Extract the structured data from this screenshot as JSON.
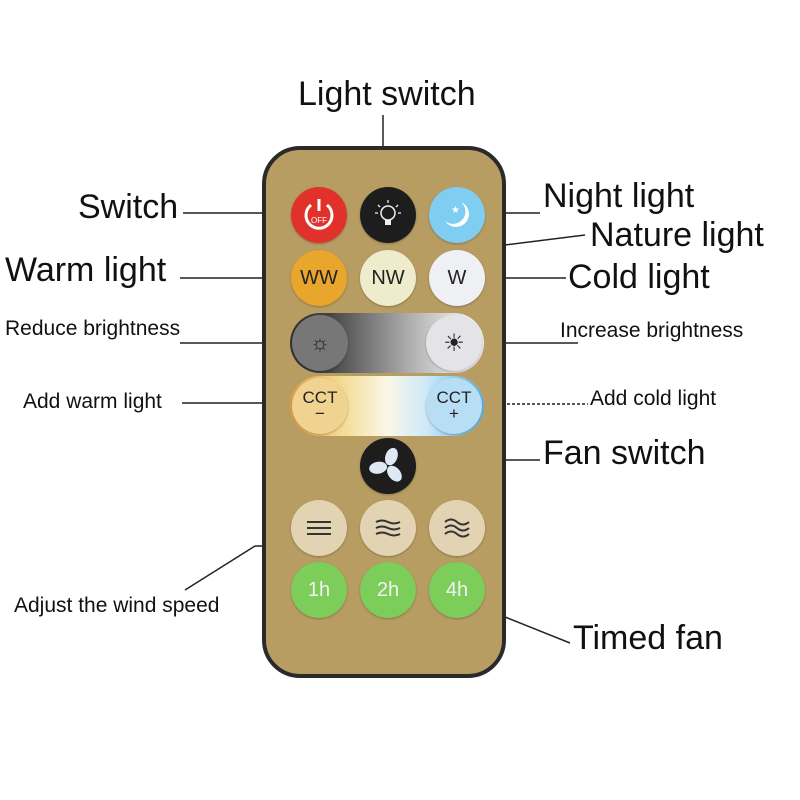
{
  "labels": {
    "light_switch": "Light switch",
    "switch": "Switch",
    "night_light": "Night light",
    "nature_light": "Nature light",
    "warm_light": "Warm light",
    "cold_light": "Cold light",
    "reduce_brightness": "Reduce brightness",
    "increase_brightness": "Increase brightness",
    "add_warm_light": "Add warm light",
    "add_cold_light": "Add cold light",
    "fan_switch": "Fan switch",
    "adjust_wind_speed": "Adjust the wind speed",
    "timed_fan": "Timed fan"
  },
  "buttons": {
    "off": "OFF",
    "ww": "WW",
    "nw": "NW",
    "w": "W",
    "cct_minus": "CCT",
    "cct_minus_sign": "−",
    "cct_plus": "CCT",
    "cct_plus_sign": "+",
    "timer_1": "1h",
    "timer_2": "2h",
    "timer_4": "4h"
  },
  "colors": {
    "remote_body": "#b89d63",
    "off": "#e0322b",
    "night": "#7fcdf0",
    "timer": "#7ccd5a"
  }
}
